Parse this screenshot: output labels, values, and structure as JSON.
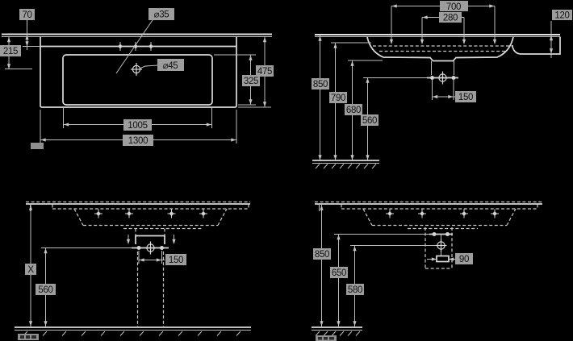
{
  "colors": {
    "background": "#000000",
    "dimension_line": "#bdbdbd",
    "object_line": "#dadada",
    "label_background": "#9d9d9d",
    "label_text": "#111111"
  },
  "plan_view": {
    "dim_70": "70",
    "dim_215": "215",
    "faucet_hole_diameter": "⌀35",
    "drain_diameter": "⌀45",
    "dim_475": "475",
    "dim_325": "325",
    "dim_1005": "1005",
    "dim_1300": "1300"
  },
  "front_view": {
    "dim_700": "700",
    "dim_280": "280",
    "dim_120": "120",
    "dim_850": "850",
    "dim_790": "790",
    "dim_680": "680",
    "dim_560": "560",
    "dim_150": "150"
  },
  "install_view_floor_trap": {
    "dim_x": "X",
    "dim_560": "560",
    "dim_150": "150"
  },
  "install_view_wall_trap": {
    "dim_850": "850",
    "dim_650": "650",
    "dim_580": "580",
    "dim_90": "90"
  }
}
